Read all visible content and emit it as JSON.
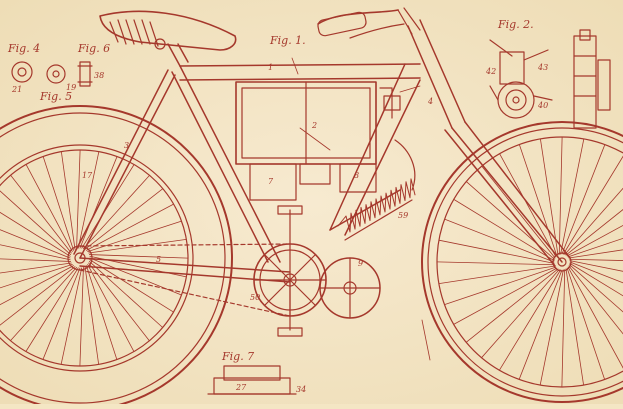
{
  "colors": {
    "paper": "#f4e6c4",
    "paper_edge": "#e9d7ad",
    "ink": "#a5382c"
  },
  "figure_labels": {
    "fig1": "Fig. 1.",
    "fig2": "Fig. 2.",
    "fig4": "Fig. 4",
    "fig5": "Fig. 5",
    "fig6": "Fig. 6",
    "fig7": "Fig. 7"
  },
  "reference_numerals": {
    "frame_top": "1",
    "tank": "2",
    "chain_left": "5",
    "chain_box": "7",
    "motor_label": "8",
    "lower_stay": "9",
    "rear_hub": "17",
    "crank": "50",
    "spring_stack": "59",
    "fig2_a": "42",
    "fig2_b": "43",
    "fig2_c": "40",
    "fig7_center": "27",
    "fig7_right": "34",
    "fig4_a": "21",
    "fig5_a": "19",
    "fig6_a": "38",
    "rear_wheel": "3",
    "front_stay": "4"
  }
}
